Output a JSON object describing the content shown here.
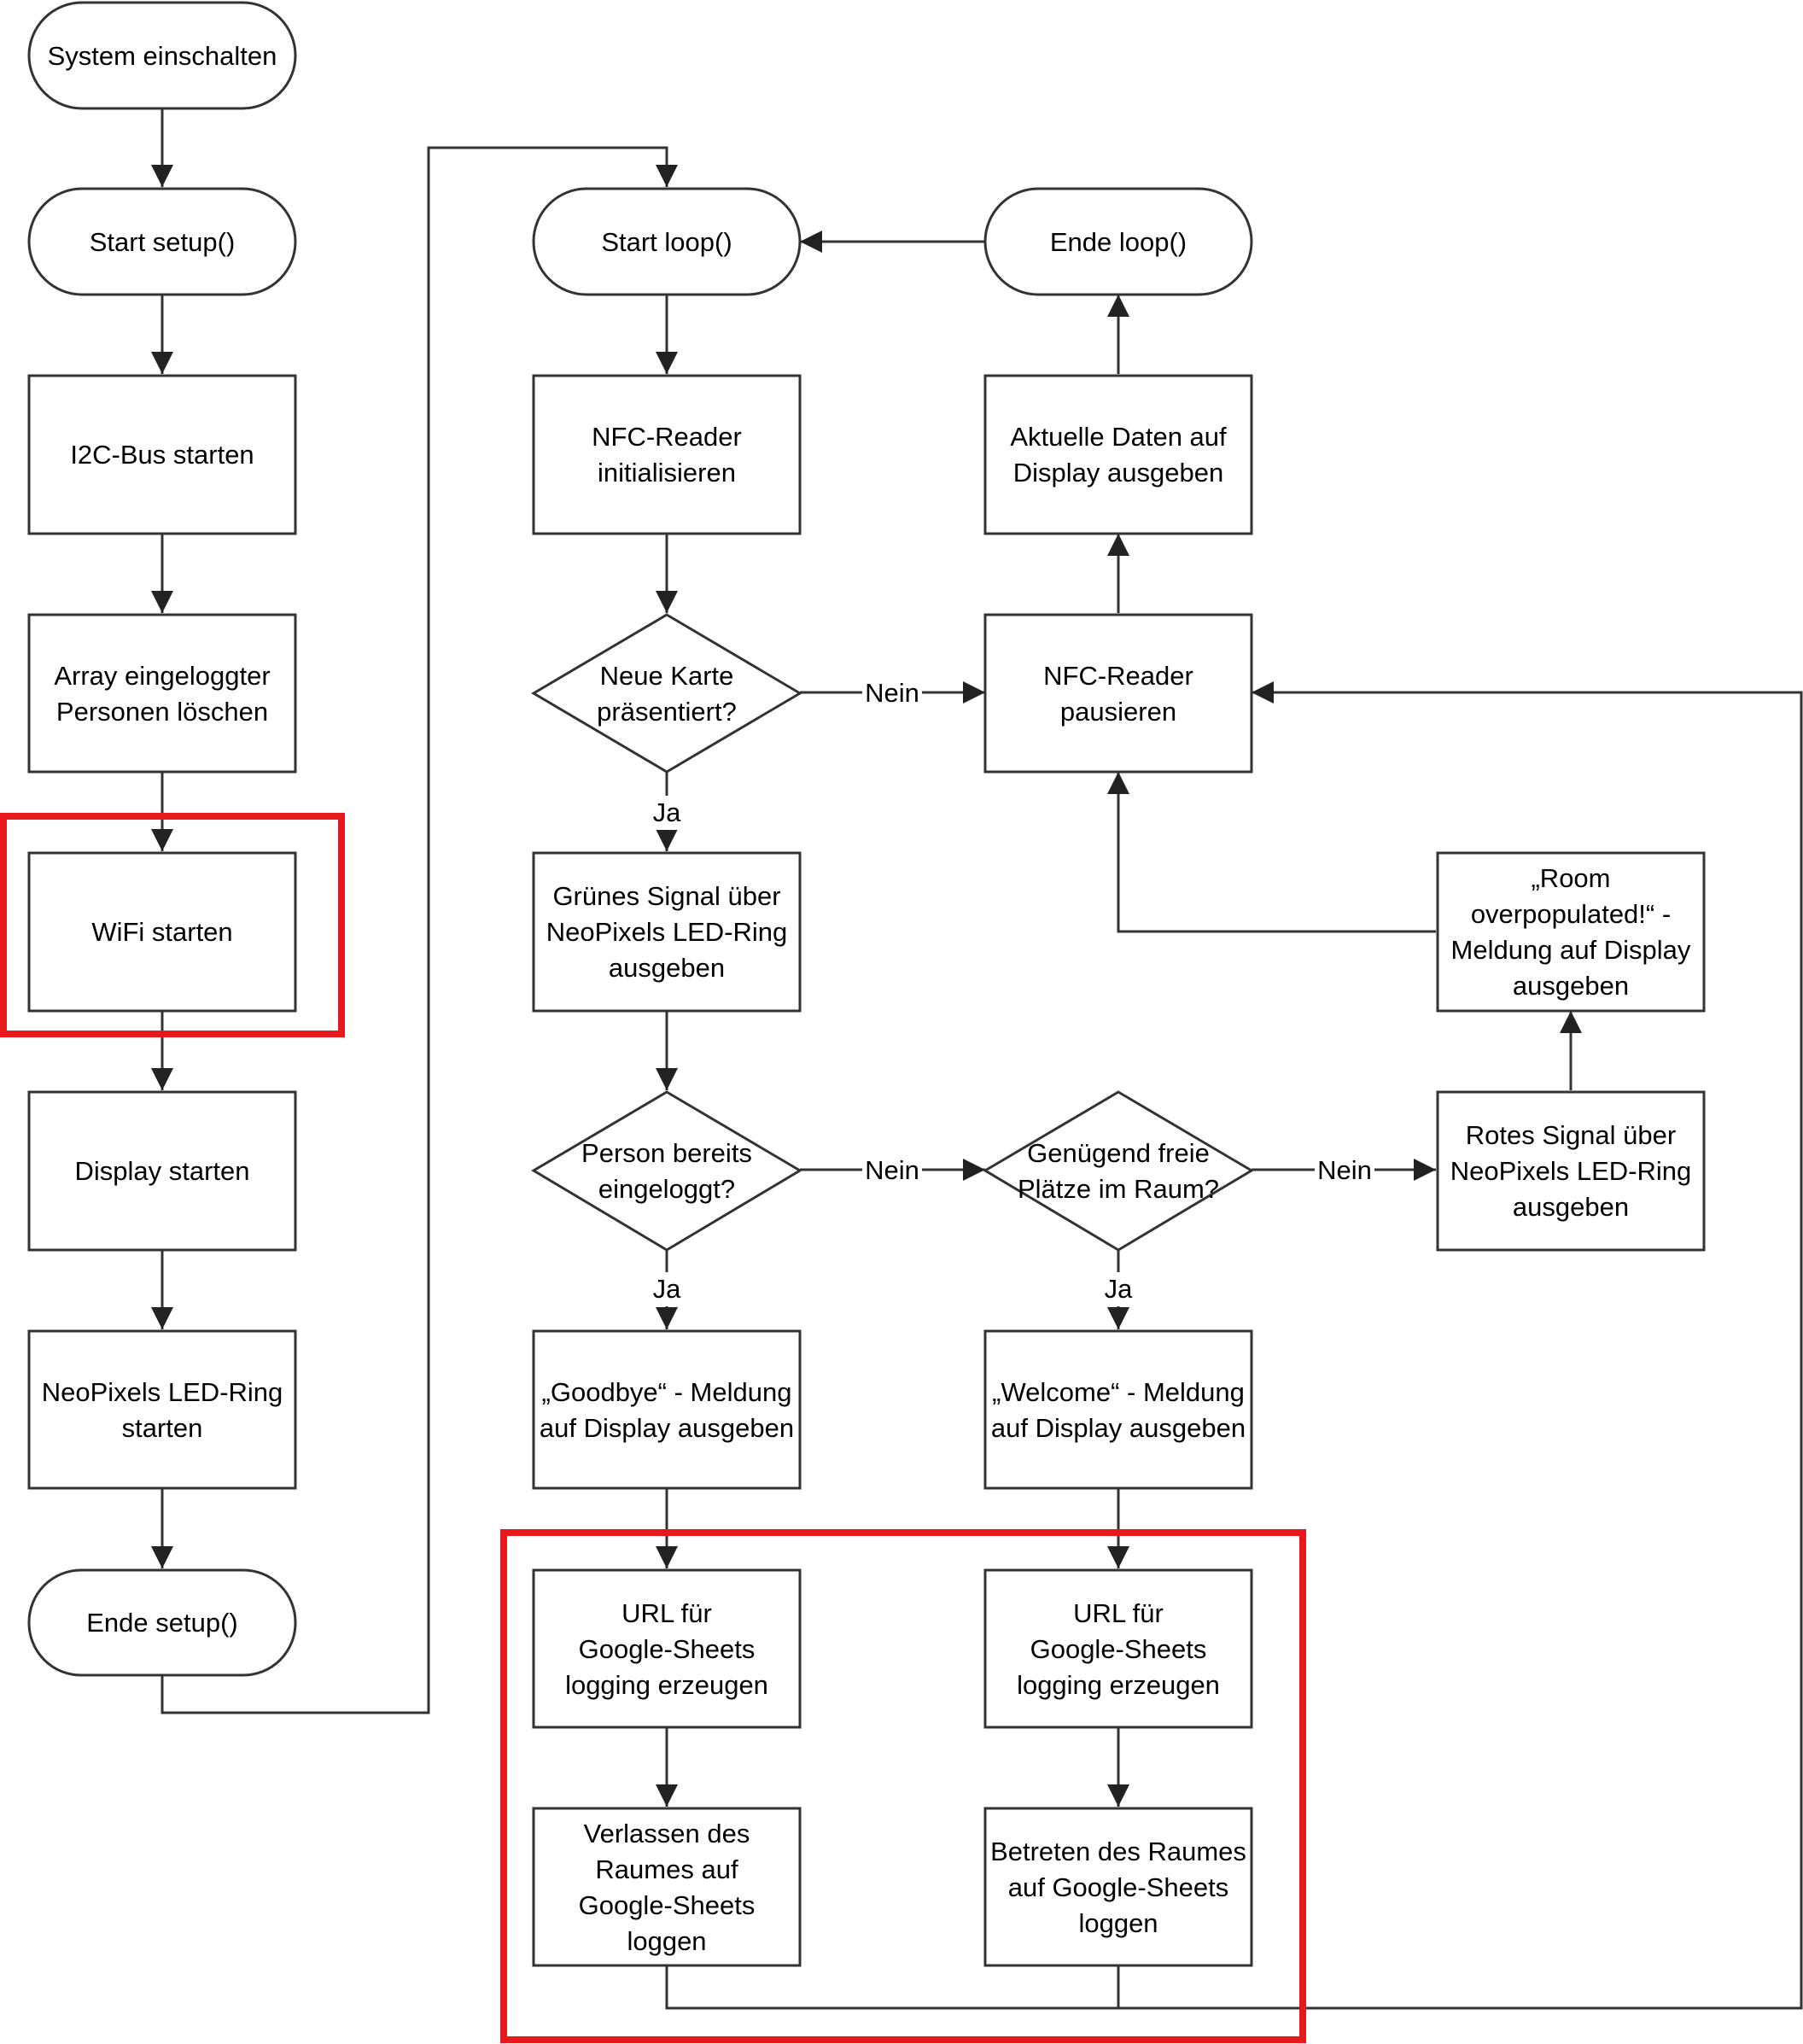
{
  "diagram": {
    "nodes": [
      {
        "id": "sys_on",
        "text": "System einschalten"
      },
      {
        "id": "setup_start",
        "text": "Start setup()"
      },
      {
        "id": "i2c",
        "text": "I2C-Bus starten"
      },
      {
        "id": "array",
        "text": "Array eingeloggter Personen löschen"
      },
      {
        "id": "wifi",
        "text": "WiFi starten"
      },
      {
        "id": "display",
        "text": "Display starten"
      },
      {
        "id": "neopixel",
        "text": "NeoPixels LED-Ring starten"
      },
      {
        "id": "setup_end",
        "text": "Ende setup()"
      },
      {
        "id": "loop_start",
        "text": "Start loop()"
      },
      {
        "id": "loop_end",
        "text": "Ende loop()"
      },
      {
        "id": "nfc_init",
        "text": "NFC-Reader initialisieren"
      },
      {
        "id": "show_data",
        "text": "Aktuelle Daten auf Display ausgeben"
      },
      {
        "id": "new_card",
        "text": "Neue Karte präsentiert?"
      },
      {
        "id": "nfc_pause",
        "text": "NFC-Reader pausieren"
      },
      {
        "id": "green",
        "text": "Grünes Signal über NeoPixels LED-Ring ausgeben"
      },
      {
        "id": "overpop",
        "text": "„Room overpopulated!“ - Meldung auf Display ausgeben"
      },
      {
        "id": "logged_in",
        "text": "Person bereits eingeloggt?"
      },
      {
        "id": "free_seats",
        "text": "Genügend freie Plätze im Raum?"
      },
      {
        "id": "red",
        "text": "Rotes Signal über NeoPixels LED-Ring ausgeben"
      },
      {
        "id": "goodbye",
        "text": "„Goodbye“ - Meldung auf Display ausgeben"
      },
      {
        "id": "welcome",
        "text": "„Welcome“ - Meldung auf Display ausgeben"
      },
      {
        "id": "url_left",
        "text": "URL für Google-Sheets logging erzeugen"
      },
      {
        "id": "url_right",
        "text": "URL für Google-Sheets logging erzeugen"
      },
      {
        "id": "leave_log",
        "text": "Verlassen des Raumes auf Google-Sheets loggen"
      },
      {
        "id": "enter_log",
        "text": "Betreten des Raumes auf Google-Sheets loggen"
      }
    ],
    "edge_labels": [
      {
        "id": "no_newcard",
        "text": "Nein"
      },
      {
        "id": "yes_newcard",
        "text": "Ja"
      },
      {
        "id": "no_loggedin",
        "text": "Nein"
      },
      {
        "id": "yes_loggedin",
        "text": "Ja"
      },
      {
        "id": "no_freeseats",
        "text": "Nein"
      },
      {
        "id": "yes_freeseats",
        "text": "Ja"
      }
    ],
    "colors": {
      "stroke": "#333333",
      "highlight": "#e8191c",
      "background": "#ffffff"
    }
  }
}
